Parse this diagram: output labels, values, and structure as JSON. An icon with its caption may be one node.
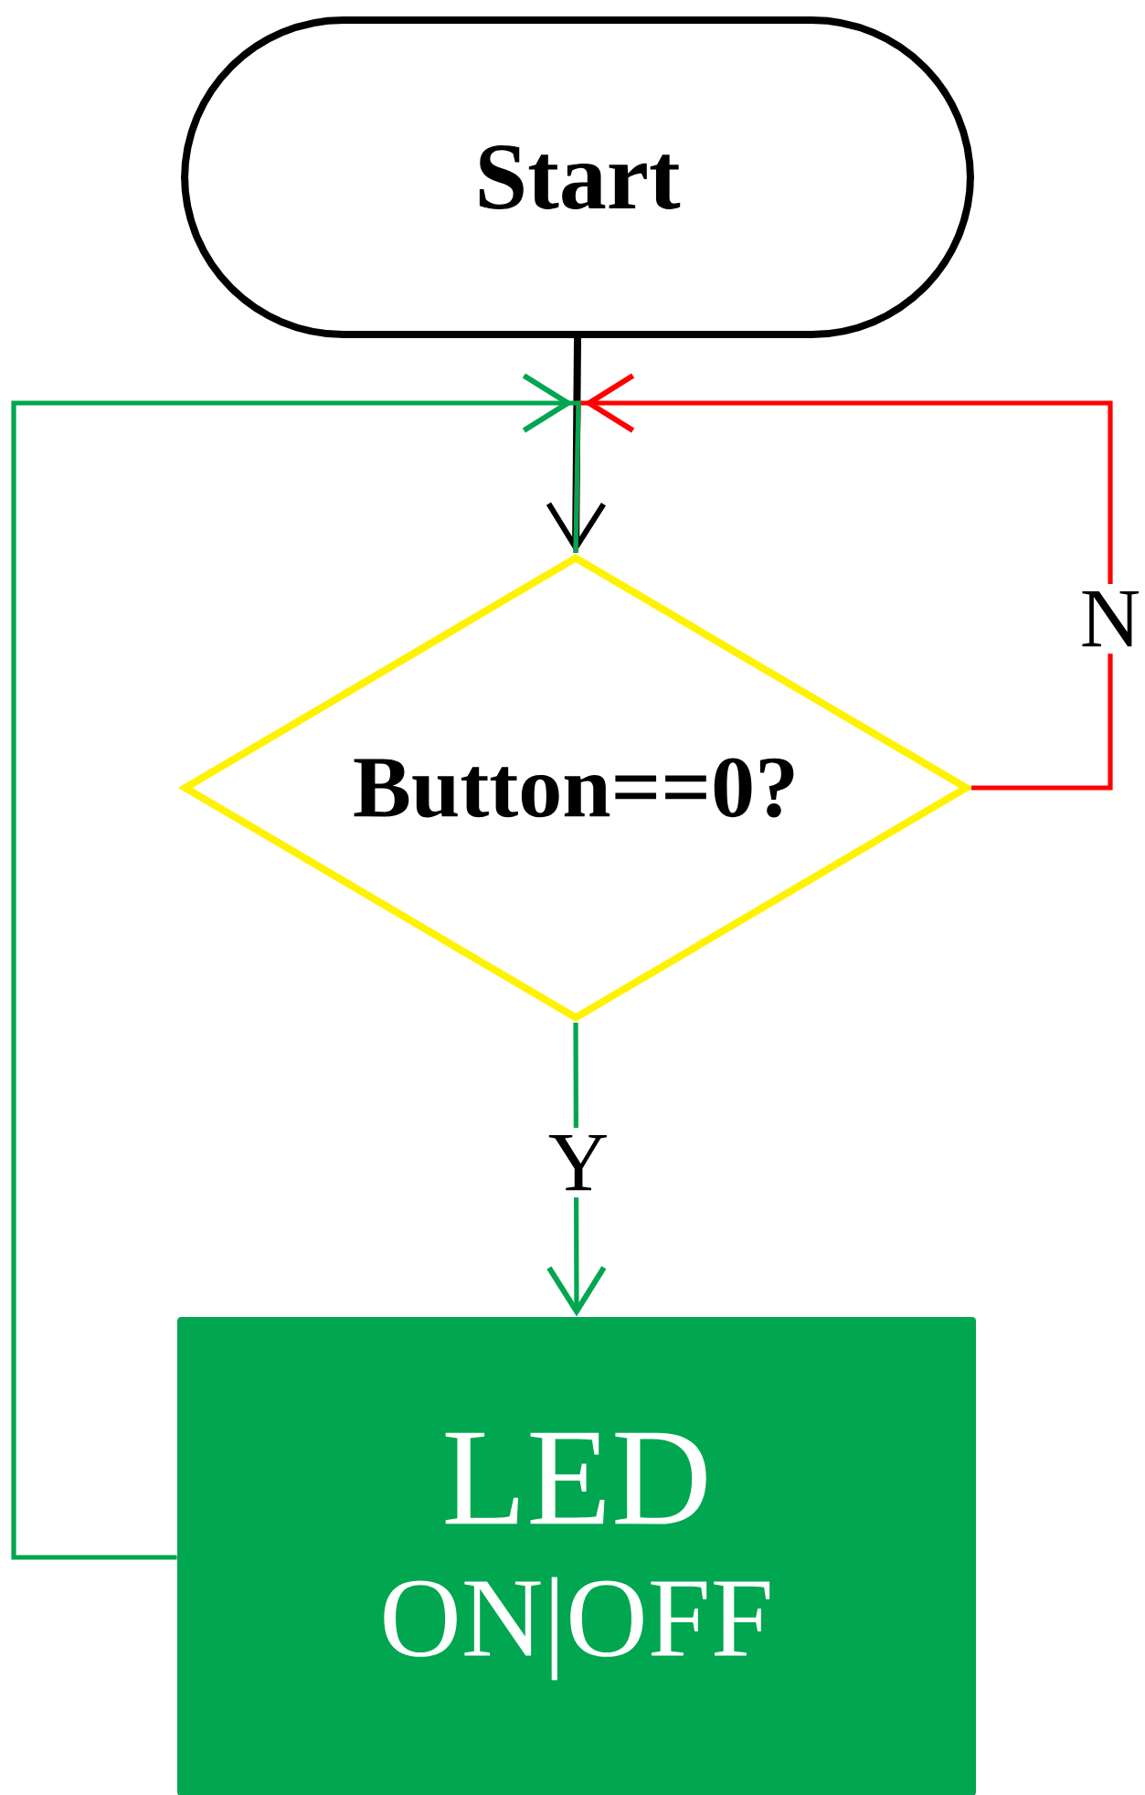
{
  "diagram": {
    "nodes": [
      {
        "text": [
          "Start"
        ]
      },
      {
        "text": [
          "Button==0?"
        ]
      },
      {
        "text": [
          "LED",
          "ON|OFF"
        ]
      }
    ],
    "edges": [
      {
        "from": 0,
        "to": 1,
        "arrow": "to",
        "color": "#000000"
      },
      {
        "from": 1,
        "to": 2,
        "arrow": "to",
        "label": "Y",
        "color": "#00a650"
      },
      {
        "from": 1,
        "to": 1,
        "arrow": "to",
        "label": "N",
        "color": "#ff0000"
      },
      {
        "from": 2,
        "to": 1,
        "arrow": "to",
        "color": "#00a650"
      }
    ]
  }
}
